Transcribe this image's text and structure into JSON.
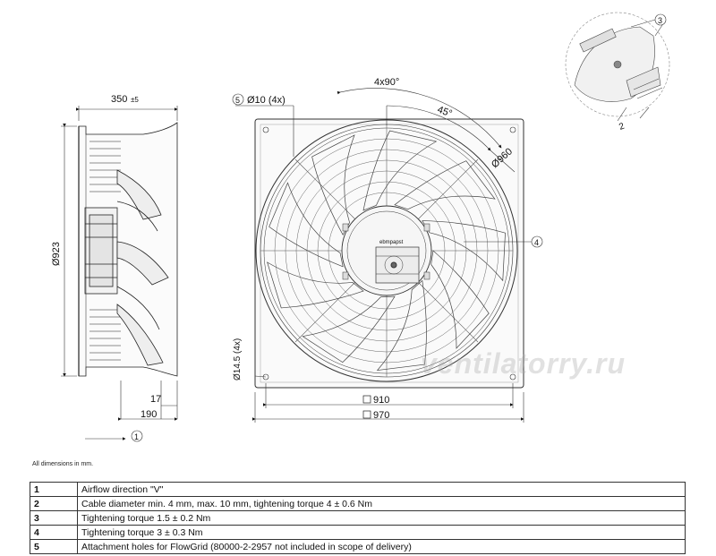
{
  "dims": {
    "depth": "350",
    "depth_tol": "±5",
    "diam_side": "Ø923",
    "d17": "17",
    "d190": "190",
    "holes": "Ø10 (4x)",
    "angle": "4x90°",
    "angle45": "45°",
    "diam960": "Ø960",
    "diam145": "Ø14.5 (4x)",
    "sq910": "910",
    "sq970": "970"
  },
  "callouts": {
    "c1": "1",
    "c2": "2",
    "c3": "3",
    "c4": "4",
    "c5": "5"
  },
  "logo_label": "ebmpapst",
  "note": "All dimensions in mm.",
  "notes": [
    {
      "num": "1",
      "text": "Airflow direction \"V\""
    },
    {
      "num": "2",
      "text": "Cable diameter min. 4 mm, max. 10 mm, tightening torque 4 ± 0.6 Nm"
    },
    {
      "num": "3",
      "text": "Tightening torque 1.5 ± 0.2 Nm"
    },
    {
      "num": "4",
      "text": "Tightening torque 3 ± 0.3 Nm"
    },
    {
      "num": "5",
      "text": "Attachment holes for FlowGrid (80000-2-2957 not included in scope of delivery)"
    }
  ],
  "watermark": "ventilatorry.ru"
}
